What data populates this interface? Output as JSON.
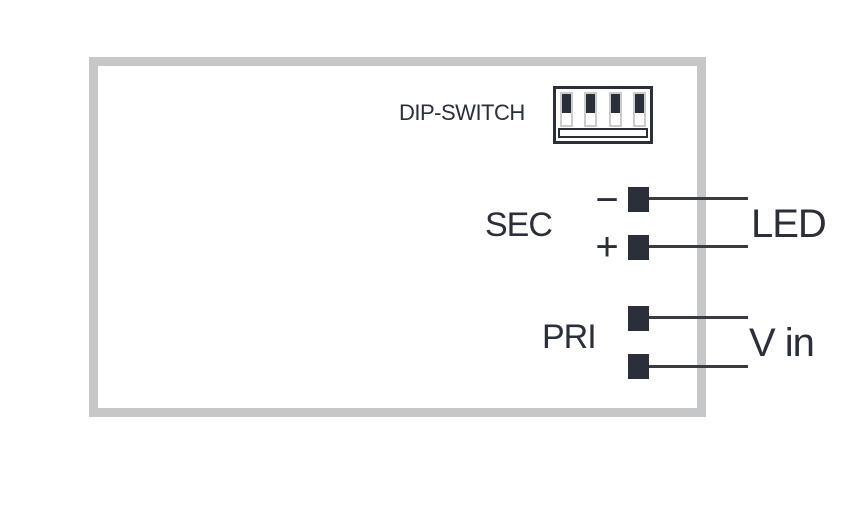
{
  "device": {
    "dip_switch": {
      "label": "DIP-SWITCH",
      "icon": "dip-switch-icon",
      "switches": [
        "up",
        "up",
        "up",
        "up"
      ]
    },
    "secondary": {
      "label": "SEC",
      "terminals": [
        {
          "polarity": "−",
          "connects_to": "LED"
        },
        {
          "polarity": "+",
          "connects_to": "LED"
        }
      ]
    },
    "primary": {
      "label": "PRI",
      "terminals": [
        {
          "connects_to": "V in"
        },
        {
          "connects_to": "V in"
        }
      ]
    }
  },
  "external_labels": {
    "led": "LED",
    "v_in": "V in"
  },
  "colors": {
    "ink": "#2b2f3a",
    "wire": "#383b42",
    "enclosure_border": "#c5c7c9",
    "switch_slot_outline": "#caccce",
    "background": "#ffffff"
  }
}
